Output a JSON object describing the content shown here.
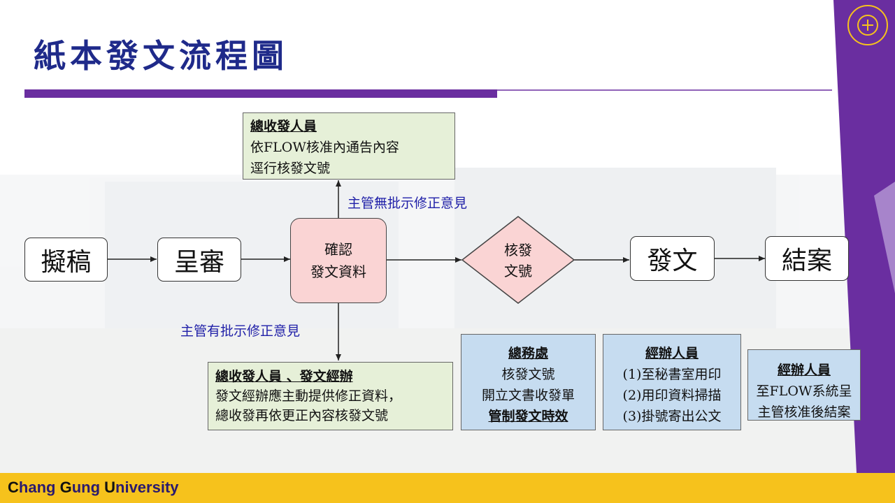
{
  "title": "紙本發文流程圖",
  "nodes": {
    "draft": "擬稿",
    "submit": "呈審",
    "confirm_line1": "確認",
    "confirm_line2": "發文資料",
    "check_line1": "核發",
    "check_line2": "文號",
    "dispatch": "發文",
    "close": "結案"
  },
  "edge_labels": {
    "no_revision": "主管無批示修正意見",
    "has_revision": "主管有批示修正意見"
  },
  "info_boxes": {
    "top": {
      "header": "總收發人員",
      "lines": [
        "依FLOW核准內通告內容",
        "逕行核發文號"
      ]
    },
    "bottom_left": {
      "header": "總收發人員 、發文經辦",
      "lines": [
        "發文經辦應主動提供修正資料，",
        "總收發再依更正內容核發文號"
      ]
    },
    "general_affairs": {
      "header": "總務處",
      "lines": [
        "核發文號",
        "開立文書收發單"
      ],
      "emphasis": "管制發文時效"
    },
    "handler_1": {
      "header": "經辦人員",
      "lines": [
        "(1)至秘書室用印",
        "(2)用印資料掃描",
        "(3)掛號寄出公文"
      ]
    },
    "handler_2": {
      "header": "經辦人員",
      "lines": [
        "至FLOW系統呈",
        "主管核准後結案"
      ]
    }
  },
  "footer": {
    "c": "C",
    "hang": "hang ",
    "g": "G",
    "ung": "ung ",
    "u": "U",
    "niversity": "niversity"
  },
  "colors": {
    "title": "#1f2a8a",
    "purple": "#6a2ea0",
    "footer": "#f6c21c",
    "confirm_fill": "#fad4d4",
    "green_fill": "#e6f0d8",
    "blue_fill": "#c6dcf0",
    "edge_label": "#1f1fa8"
  }
}
